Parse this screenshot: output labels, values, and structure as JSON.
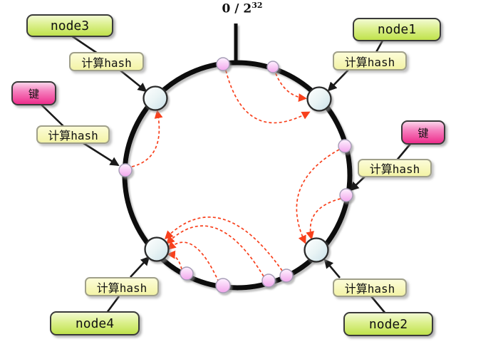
{
  "title": {
    "base": "0 / 2",
    "exponent": "32"
  },
  "labels": {
    "key": "键",
    "compute_hash": "计算hash"
  },
  "nodes": [
    {
      "label": "node3",
      "ring_angle_deg_cw_from_top": 314
    },
    {
      "label": "node1",
      "ring_angle_deg_cw_from_top": 47
    },
    {
      "label": "node4",
      "ring_angle_deg_cw_from_top": 227
    },
    {
      "label": "node2",
      "ring_angle_deg_cw_from_top": 133
    }
  ],
  "key_dots": [
    {
      "ring_angle_deg_cw_from_top": 353,
      "maps_to": "node1"
    },
    {
      "ring_angle_deg_cw_from_top": 18,
      "maps_to": "node1"
    },
    {
      "ring_angle_deg_cw_from_top": 273,
      "maps_to": "node3"
    },
    {
      "ring_angle_deg_cw_from_top": 74,
      "maps_to": "node2"
    },
    {
      "ring_angle_deg_cw_from_top": 100,
      "maps_to": "node2"
    },
    {
      "ring_angle_deg_cw_from_top": 154,
      "maps_to": "node4"
    },
    {
      "ring_angle_deg_cw_from_top": 164,
      "maps_to": "node4"
    },
    {
      "ring_angle_deg_cw_from_top": 187,
      "maps_to": "node4"
    },
    {
      "ring_angle_deg_cw_from_top": 208,
      "maps_to": "node4"
    }
  ],
  "colors": {
    "node_box_green_top": "#f2fad2",
    "node_box_green_bottom": "#bfe24c",
    "key_box_pink_top": "#fbd3ea",
    "key_box_pink_bottom": "#ee2e8c",
    "hash_box_yellow": "#f7f7b0",
    "ring_stroke": "#111111",
    "server_node_fill": "#d7e9ee",
    "key_dot_fill": "#f5b2ee",
    "red_dashed_arrow": "#f8401c",
    "black_arrow": "#1a1a1a"
  }
}
